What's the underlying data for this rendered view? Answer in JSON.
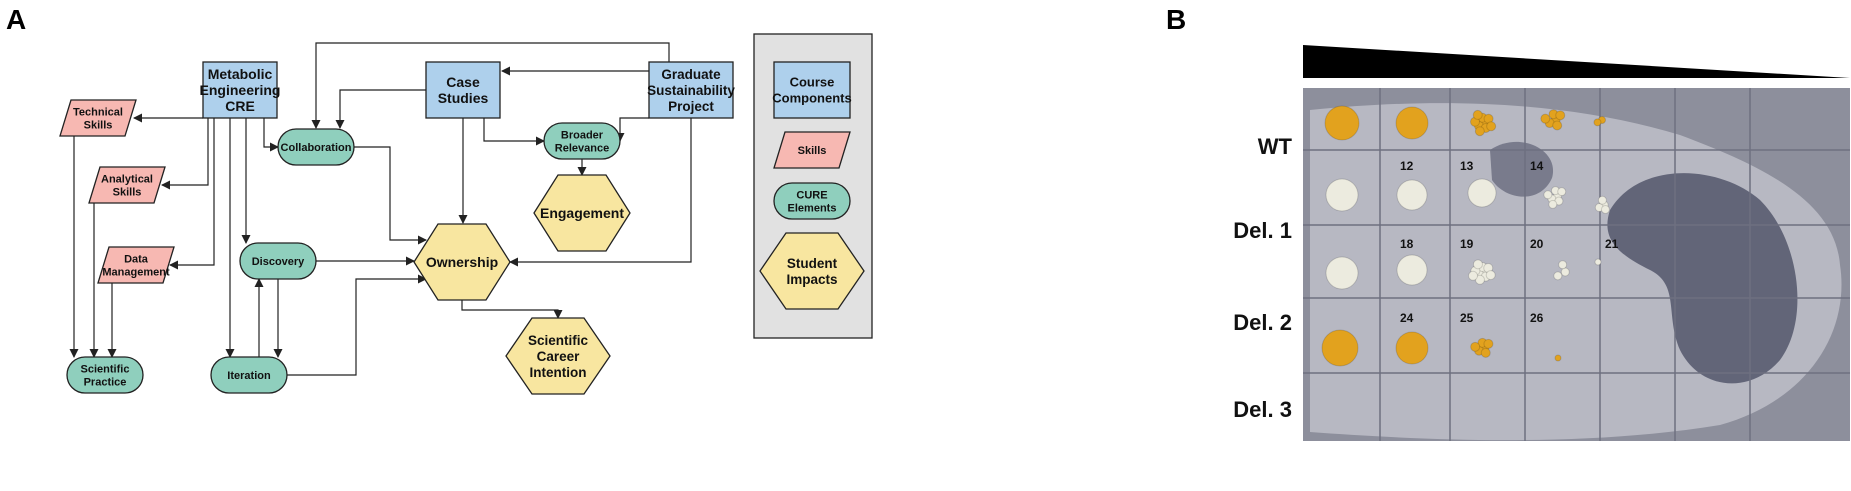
{
  "panel_a": {
    "letter": "A",
    "nodes": {
      "metabolic_cre": [
        "Metabolic",
        "Engineering",
        "CRE"
      ],
      "case_studies": [
        "Case",
        "Studies"
      ],
      "graduate_project": [
        "Graduate",
        "Sustainability",
        "Project"
      ],
      "technical_skills": [
        "Technical",
        "Skills"
      ],
      "analytical_skills": [
        "Analytical",
        "Skills"
      ],
      "data_management": [
        "Data",
        "Management"
      ],
      "collaboration": [
        "Collaboration"
      ],
      "broader_relevance": [
        "Broader",
        "Relevance"
      ],
      "engagement": [
        "Engagement"
      ],
      "ownership": [
        "Ownership"
      ],
      "discovery": [
        "Discovery"
      ],
      "iteration": [
        "Iteration"
      ],
      "scientific_practice": [
        "Scientific",
        "Practice"
      ],
      "career_intention": [
        "Scientific",
        "Career",
        "Intention"
      ]
    },
    "legend": {
      "course_components": [
        "Course",
        "Components"
      ],
      "skills": [
        "Skills"
      ],
      "cure_elements": [
        "CURE",
        "Elements"
      ],
      "student_impacts": [
        "Student",
        "Impacts"
      ]
    },
    "colors": {
      "course_component": "#aed0ec",
      "skill": "#f7b8b2",
      "cure_element": "#8fcfbd",
      "student_impact": "#f8e6a0",
      "legend_background": "#e1e1e1",
      "stroke": "#222222"
    }
  },
  "panel_b": {
    "letter": "B",
    "row_labels": [
      "WT",
      "Del. 1",
      "Del. 2",
      "Del. 3"
    ],
    "grid_numbers": [
      "12",
      "13",
      "14",
      "18",
      "19",
      "20",
      "21",
      "24",
      "25",
      "26"
    ],
    "colors": {
      "plate_background": "#8d8f9c",
      "agar_clear": "#b7b8c2",
      "wt_colony": "#e2a21e",
      "deletion_colony": "#ecebdf"
    }
  }
}
